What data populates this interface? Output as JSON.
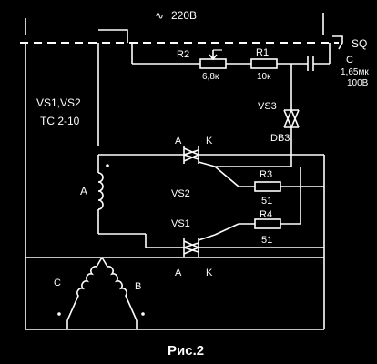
{
  "supply": {
    "symbol": "∿",
    "voltage": "220В"
  },
  "switch": {
    "label": "SQ"
  },
  "triac_group": {
    "line1": "VS1,VS2",
    "line2": "TC 2-10"
  },
  "components": {
    "r2": {
      "name": "R2",
      "value": "6,8к"
    },
    "r1": {
      "name": "R1",
      "value": "10к"
    },
    "c": {
      "name": "C",
      "value1": "1,65мк",
      "value2": "100В"
    },
    "vs3": {
      "name": "VS3",
      "part": "DB3"
    },
    "r3": {
      "name": "R3",
      "value": "51"
    },
    "r4": {
      "name": "R4",
      "value": "51"
    },
    "vs2": {
      "name": "VS2",
      "anode": "A",
      "cathode": "K"
    },
    "vs1": {
      "name": "VS1",
      "anode": "A",
      "cathode": "K"
    }
  },
  "windings": {
    "a": "A",
    "b": "B",
    "c": "C"
  },
  "figure_caption": "Рис.2"
}
